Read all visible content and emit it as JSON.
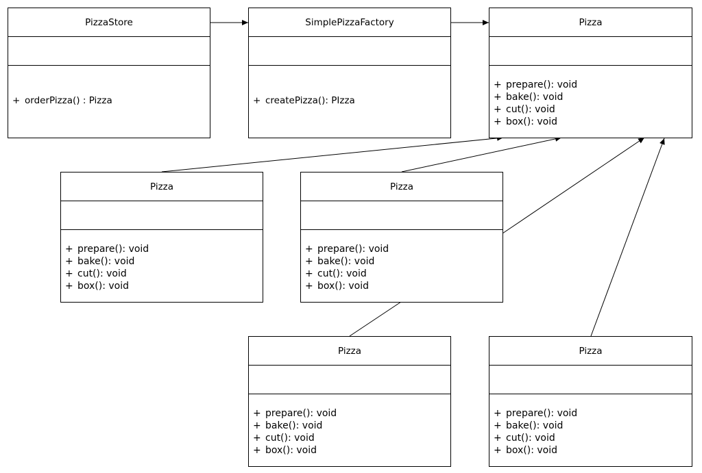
{
  "classes": {
    "store": {
      "name": "PizzaStore",
      "methods": [
        "orderPizza() : Pizza"
      ]
    },
    "factory": {
      "name": "SimplePizzaFactory",
      "methods": [
        "createPizza(): PIzza"
      ]
    },
    "pizza_base": {
      "name": "Pizza",
      "methods": [
        "prepare(): void",
        "bake(): void",
        "cut(): void",
        "box(): void"
      ]
    },
    "pizza_a": {
      "name": "Pizza",
      "methods": [
        "prepare(): void",
        "bake(): void",
        "cut(): void",
        "box(): void"
      ]
    },
    "pizza_b": {
      "name": "Pizza",
      "methods": [
        "prepare(): void",
        "bake(): void",
        "cut(): void",
        "box(): void"
      ]
    },
    "pizza_c": {
      "name": "Pizza",
      "methods": [
        "prepare(): void",
        "bake(): void",
        "cut(): void",
        "box(): void"
      ]
    },
    "pizza_d": {
      "name": "Pizza",
      "methods": [
        "prepare(): void",
        "bake(): void",
        "cut(): void",
        "box(): void"
      ]
    }
  },
  "visibility_symbol": "+",
  "colors": {
    "line": "#000000",
    "background": "#ffffff"
  }
}
